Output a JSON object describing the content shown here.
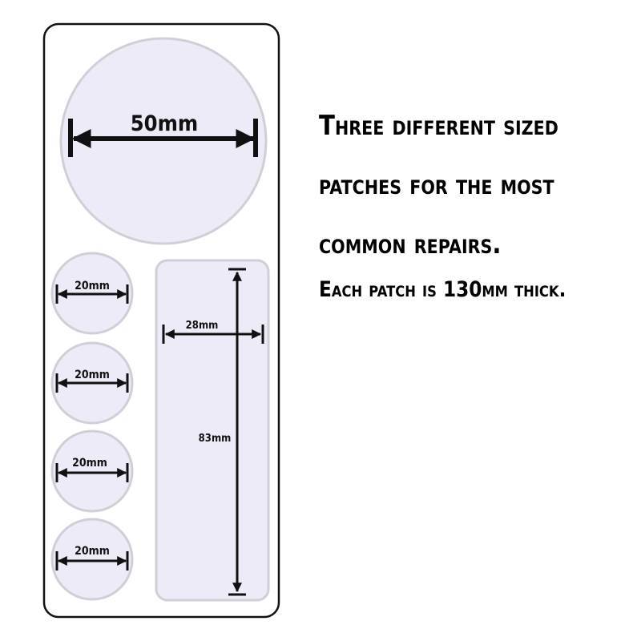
{
  "labels": {
    "large_circle": "50mm",
    "small_circles": [
      "20mm",
      "20mm",
      "20mm",
      "20mm"
    ],
    "rect_width": "28mm",
    "rect_height": "83mm"
  },
  "description": {
    "line1": "Three different sized",
    "line2": "patches for the most",
    "line3": "common repairs.",
    "line4": "Each patch is 130μm thick."
  },
  "colors": {
    "patch_fill": "#ecebf7",
    "patch_stroke": "#cfcfd6",
    "frame_stroke": "#111111",
    "arrow": "#111111"
  }
}
